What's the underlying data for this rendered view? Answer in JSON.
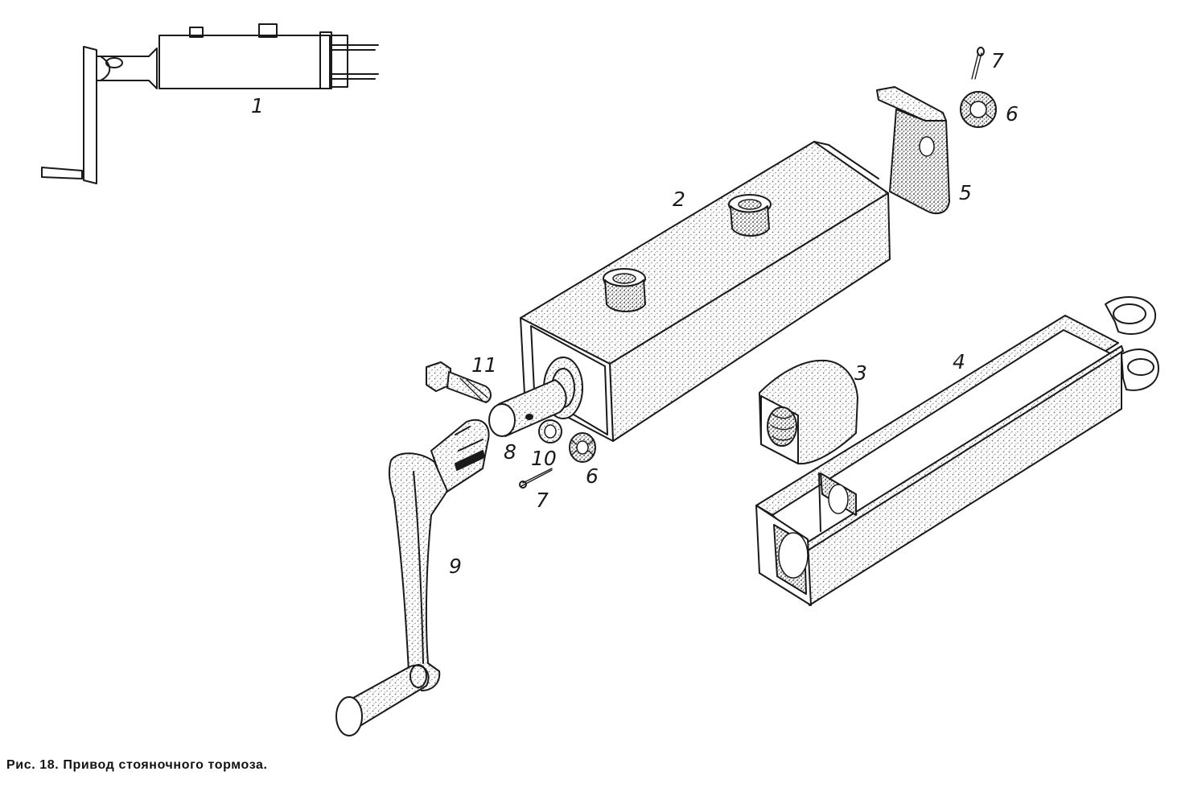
{
  "figure": {
    "caption": "Рис. 18. Привод стояночного тормоза."
  },
  "callouts": [
    {
      "id": "c1",
      "text": "1"
    },
    {
      "id": "c2",
      "text": "2"
    },
    {
      "id": "c3",
      "text": "3"
    },
    {
      "id": "c4",
      "text": "4"
    },
    {
      "id": "c5",
      "text": "5"
    },
    {
      "id": "c6a",
      "text": "6"
    },
    {
      "id": "c7a",
      "text": "7"
    },
    {
      "id": "c6b",
      "text": "6"
    },
    {
      "id": "c7b",
      "text": "7"
    },
    {
      "id": "c8",
      "text": "8"
    },
    {
      "id": "c9",
      "text": "9"
    },
    {
      "id": "c10",
      "text": "10"
    },
    {
      "id": "c11",
      "text": "11"
    }
  ],
  "colors": {
    "ink": "#1a1a1a",
    "stipple": "#8a8a8a",
    "paper": "#ffffff"
  }
}
